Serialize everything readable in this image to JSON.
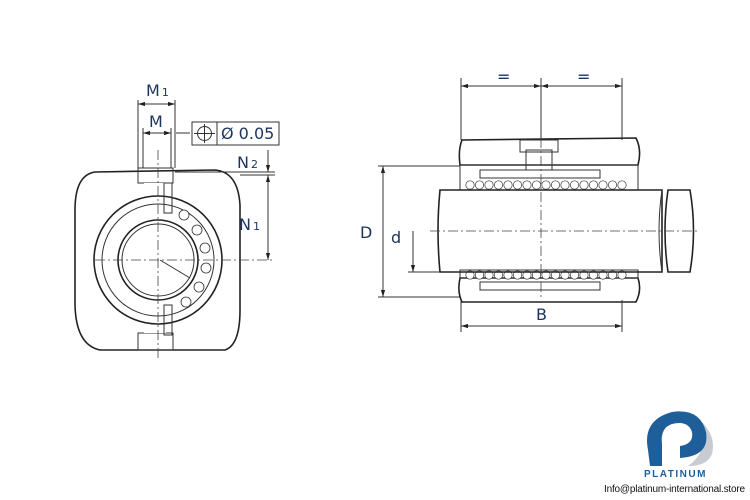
{
  "drawing": {
    "left_view": {
      "labels": {
        "m1": "M",
        "m1_sub": "1",
        "m": "M",
        "n2": "N",
        "n2_sub": "2",
        "n1": "N",
        "n1_sub": "1"
      },
      "tolerance": {
        "symbol": "position-icon",
        "value": "Ø 0.05"
      }
    },
    "right_view": {
      "labels": {
        "eq_left": "=",
        "eq_right": "=",
        "D": "D",
        "d": "d",
        "B": "B"
      }
    }
  },
  "logo": {
    "brand": "PLATINUM",
    "email": "Info@platinum-international.store",
    "colors": {
      "blue": "#1f5f99",
      "gray": "#c8ccd2"
    }
  }
}
